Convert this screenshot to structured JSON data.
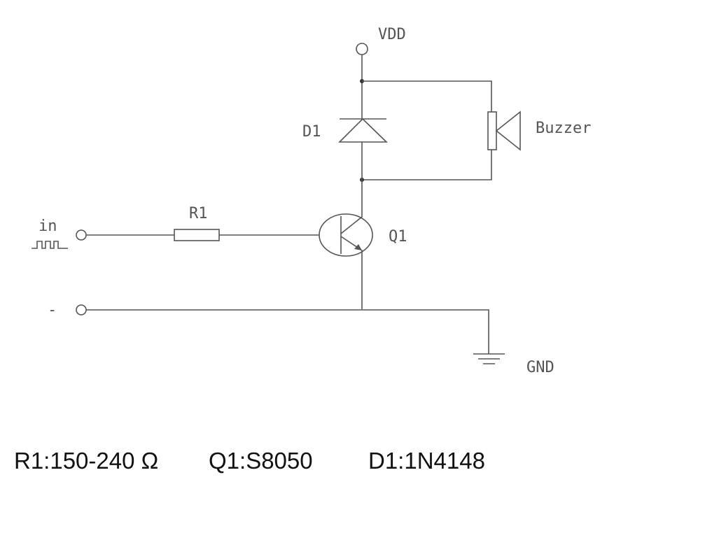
{
  "labels": {
    "vdd": "VDD",
    "d1": "D1",
    "buzzer": "Buzzer",
    "r1": "R1",
    "q1": "Q1",
    "input": "in",
    "negative": "-",
    "gnd": "GND"
  },
  "parts": [
    {
      "text": "R1:150-240 Ω"
    },
    {
      "text": "Q1:S8050"
    },
    {
      "text": "D1:1N4148"
    }
  ]
}
